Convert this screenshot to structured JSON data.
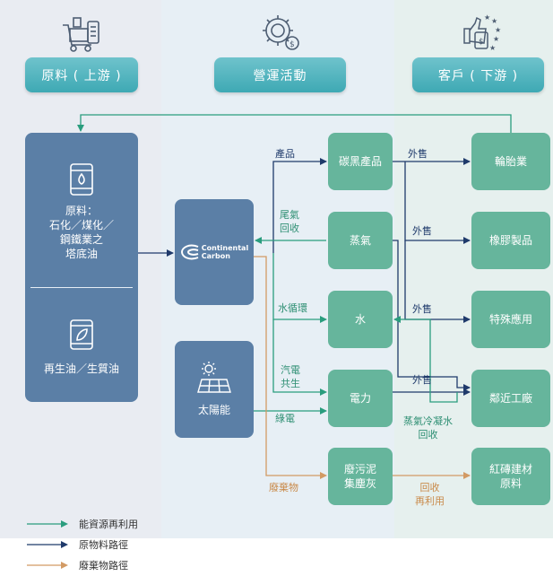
{
  "columns": {
    "upstream": "原料 ( 上游 )",
    "operations": "營運活動",
    "downstream": "客戶 ( 下游 )"
  },
  "sources": {
    "feedstock_title": "原料：",
    "feedstock_lines": [
      "石化／煤化／",
      "鋼鐵業之",
      "塔底油"
    ],
    "renewable": "再生油／生質油"
  },
  "company": {
    "logo_line1": "Continental",
    "logo_line2": "Carbon"
  },
  "solar": "太陽能",
  "operations": {
    "carbon_black": "碳黑產品",
    "steam": "蒸氣",
    "water": "水",
    "power": "電力",
    "waste_lines": [
      "廢污泥",
      "集塵灰"
    ]
  },
  "customers": {
    "tire": "輪胎業",
    "rubber": "橡膠製品",
    "special": "特殊應用",
    "nearby": "鄰近工廠",
    "brick_lines": [
      "紅磚建材",
      "原料"
    ]
  },
  "flow_labels": {
    "product": "產品",
    "tail_gas": [
      "尾氣",
      "回收"
    ],
    "water_cycle": "水循環",
    "cogen": [
      "汽電",
      "共生"
    ],
    "green_power": "綠電",
    "waste": "廢棄物",
    "sale1": "外售",
    "sale2": "外售",
    "sale3": "外售",
    "sale4": "外售",
    "condensate": [
      "蒸氣冷凝水",
      "回收"
    ],
    "recycle": [
      "回收",
      "再利用"
    ]
  },
  "legend": {
    "energy": "能資源再利用",
    "material": "原物料路徑",
    "waste": "廢棄物路徑"
  },
  "colors": {
    "energy": "#2a9d7e",
    "material": "#1f3a6b",
    "waste": "#d29a64"
  }
}
